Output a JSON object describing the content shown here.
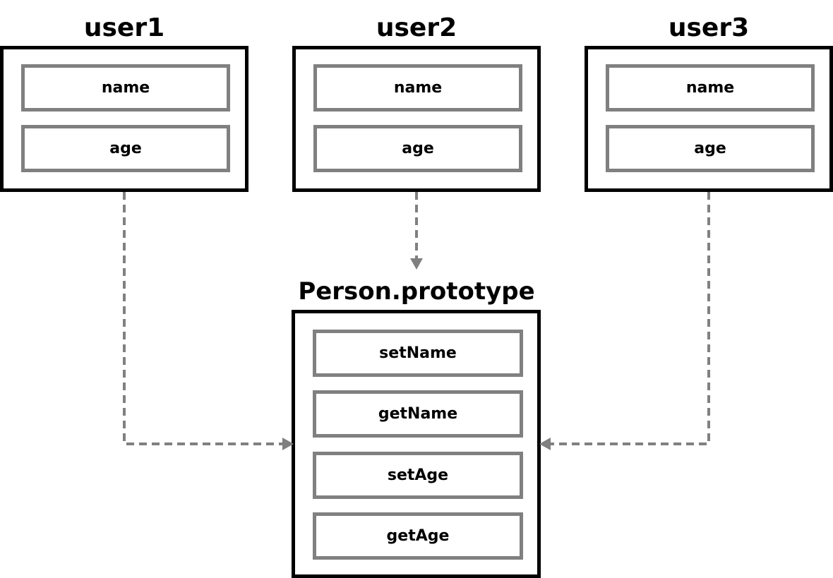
{
  "users": [
    {
      "title": "user1",
      "fields": [
        "name",
        "age"
      ]
    },
    {
      "title": "user2",
      "fields": [
        "name",
        "age"
      ]
    },
    {
      "title": "user3",
      "fields": [
        "name",
        "age"
      ]
    }
  ],
  "prototype": {
    "title": "Person.prototype",
    "methods": [
      "setName",
      "getName",
      "setAge",
      "getAge"
    ]
  },
  "colors": {
    "outer_border": "#000000",
    "inner_border": "#808080",
    "connector": "#808080"
  }
}
